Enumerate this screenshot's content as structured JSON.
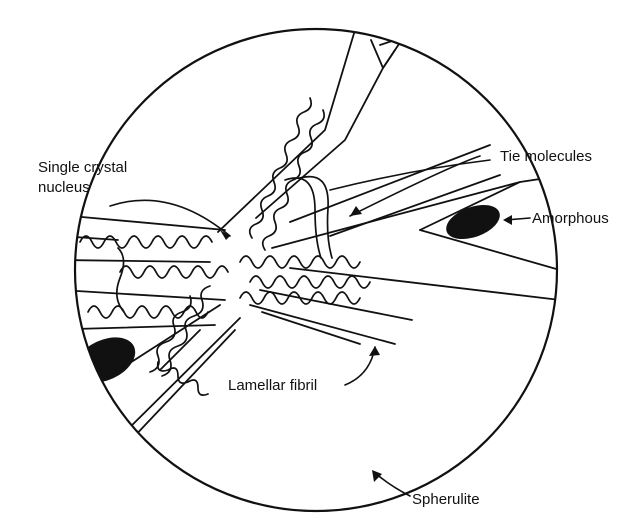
{
  "diagram": {
    "labels": {
      "single_crystal_nucleus_line1": "Single crystal",
      "single_crystal_nucleus_line2": "nucleus",
      "tie_molecules": "Tie molecules",
      "amorphous": "Amorphous",
      "lamellar_fibril": "Lamellar fibril",
      "spherulite": "Spherulite"
    },
    "colors": {
      "ink": "#111111",
      "background": "#ffffff"
    }
  }
}
